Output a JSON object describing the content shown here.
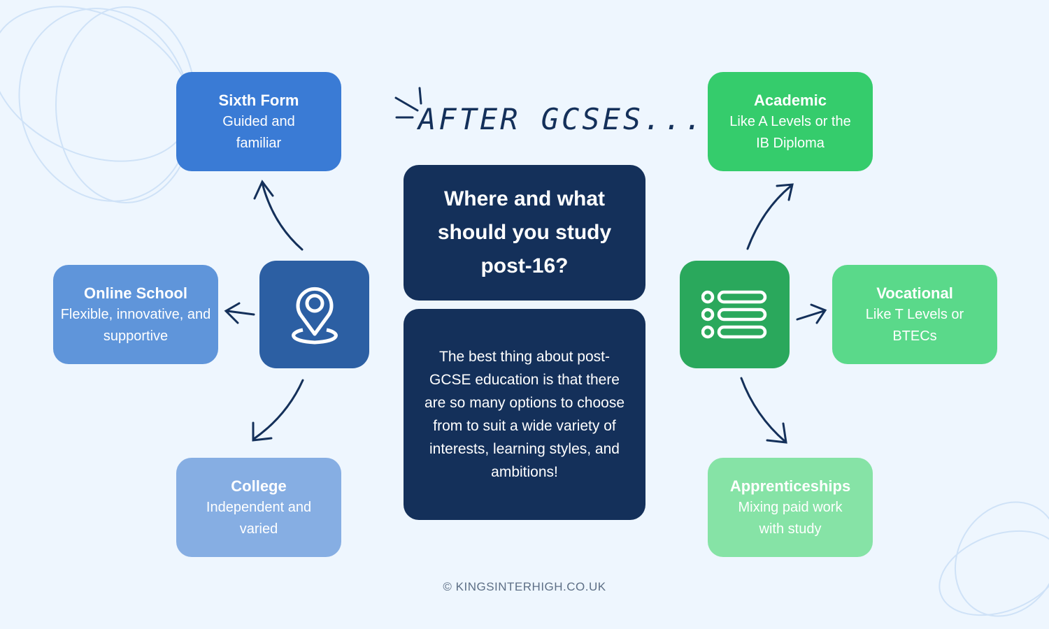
{
  "title": "AFTER GCSES...",
  "question": "Where and what should you study post-16?",
  "description": "The best thing about post-GCSE education is that there are so many options to choose from to suit a wide variety of interests, learning styles, and ambitions!",
  "places": [
    {
      "title": "Sixth Form",
      "subtitle": "Guided and familiar",
      "color": "#3a7bd5"
    },
    {
      "title": "Online School",
      "subtitle": "Flexible, innovative, and supportive",
      "color": "#5f95da"
    },
    {
      "title": "College",
      "subtitle": "Independent and varied",
      "color": "#86aee3"
    }
  ],
  "qualifications": [
    {
      "title": "Academic",
      "subtitle": "Like A Levels or the IB Diploma",
      "color": "#35cc6c"
    },
    {
      "title": "Vocational",
      "subtitle": "Like T Levels or BTECs",
      "color": "#5ad98a"
    },
    {
      "title": "Apprenticeships",
      "subtitle": "Mixing paid work with study",
      "color": "#86e3a6"
    }
  ],
  "icons": {
    "where": "location-pin-icon",
    "what": "list-icon"
  },
  "footer": "© KINGSINTERHIGH.CO.UK"
}
